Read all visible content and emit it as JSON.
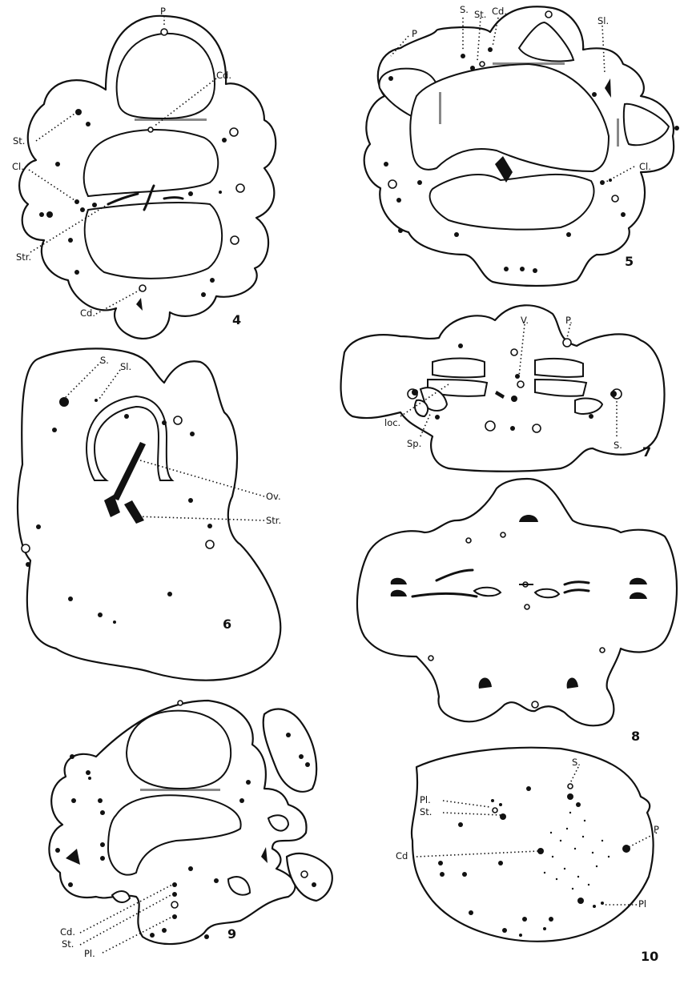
{
  "plate": {
    "figures": [
      {
        "number": "4",
        "labels": [
          "P",
          "Cd.",
          "St.",
          "Cl.",
          "Str.",
          "Cd."
        ]
      },
      {
        "number": "5",
        "labels": [
          "P",
          "S.",
          "St.",
          "Cd.",
          "Sl.",
          "Cl."
        ]
      },
      {
        "number": "6",
        "labels": [
          "S.",
          "Sl.",
          "Ov.",
          "Str."
        ]
      },
      {
        "number": "7",
        "labels": [
          "V.",
          "P.",
          "loc.",
          "Sp.",
          "S."
        ]
      },
      {
        "number": "8",
        "labels": []
      },
      {
        "number": "9",
        "labels": [
          "Cd.",
          "St.",
          "Pl."
        ]
      },
      {
        "number": "10",
        "labels": [
          "S.",
          "Pl.",
          "St.",
          "Cd",
          "P",
          "Pl"
        ]
      }
    ]
  }
}
